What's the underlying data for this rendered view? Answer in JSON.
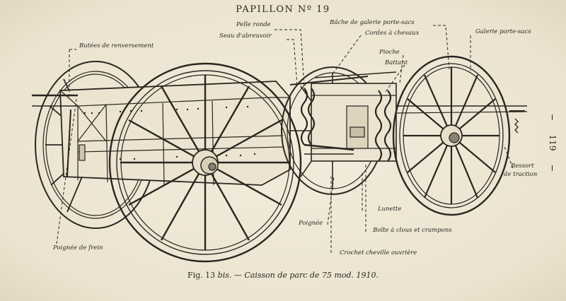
{
  "header": {
    "title": "PAPILLON Nº 19"
  },
  "page_number": "119",
  "labels": {
    "butees": "Butées de renversement",
    "poignee_frein": "Poignée de frein",
    "pelle": "Pelle ronde",
    "seau": "Seau d'abreuvoir",
    "bache": "Bâche de galerie porte-sacs",
    "cordes": "Cordes à chevaux",
    "pioche": "Pioche",
    "battant": "Battant",
    "galerie": "Galerie porte-sacs",
    "ressort_1": "Ressort",
    "ressort_2": "de traction",
    "lunette": "Lunette",
    "poignee": "Poignée",
    "boite": "Boîte à clous et crampons",
    "crochet": "Crochet cheville ouvrière"
  },
  "caption": {
    "fig_no": "Fig. 13",
    "fig_suffix": "bis.",
    "text": "— Caisson de parc de 75 mod. 1910."
  }
}
